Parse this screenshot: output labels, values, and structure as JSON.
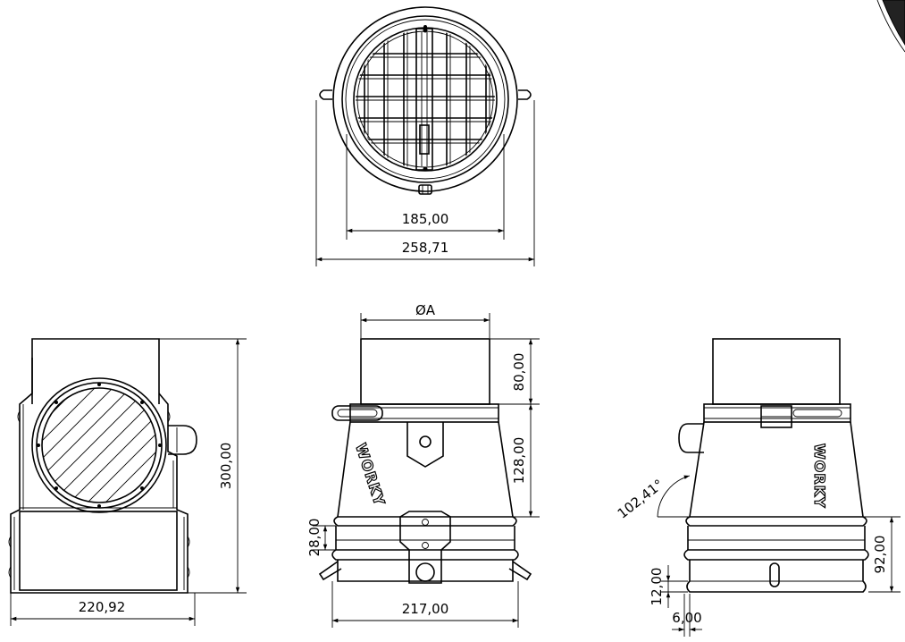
{
  "dimensions": {
    "inner_width": "185,00",
    "outer_width": "258,71",
    "diameter": "ØA",
    "top_height": "80,00",
    "body_height": "128,00",
    "ring_height": "28,00",
    "front_bottom_width": "217,00",
    "total_height": "300,00",
    "left_bottom_width": "220,92",
    "angle": "102,41°",
    "right_lower_height": "92,00",
    "step_height": "12,00",
    "wall_thickness": "6,00"
  },
  "brand": {
    "logo_text": "WORKY"
  }
}
